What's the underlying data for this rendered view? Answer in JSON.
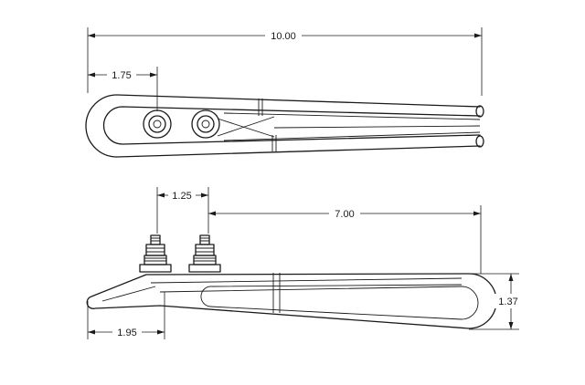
{
  "top_view": {
    "dimensions": {
      "overall_length": "10.00",
      "first_terminal_offset": "1.75"
    }
  },
  "side_view": {
    "dimensions": {
      "terminal_spacing": "1.25",
      "terminal_to_end": "7.00",
      "height": "1.37",
      "bend_offset": "1.95"
    }
  }
}
